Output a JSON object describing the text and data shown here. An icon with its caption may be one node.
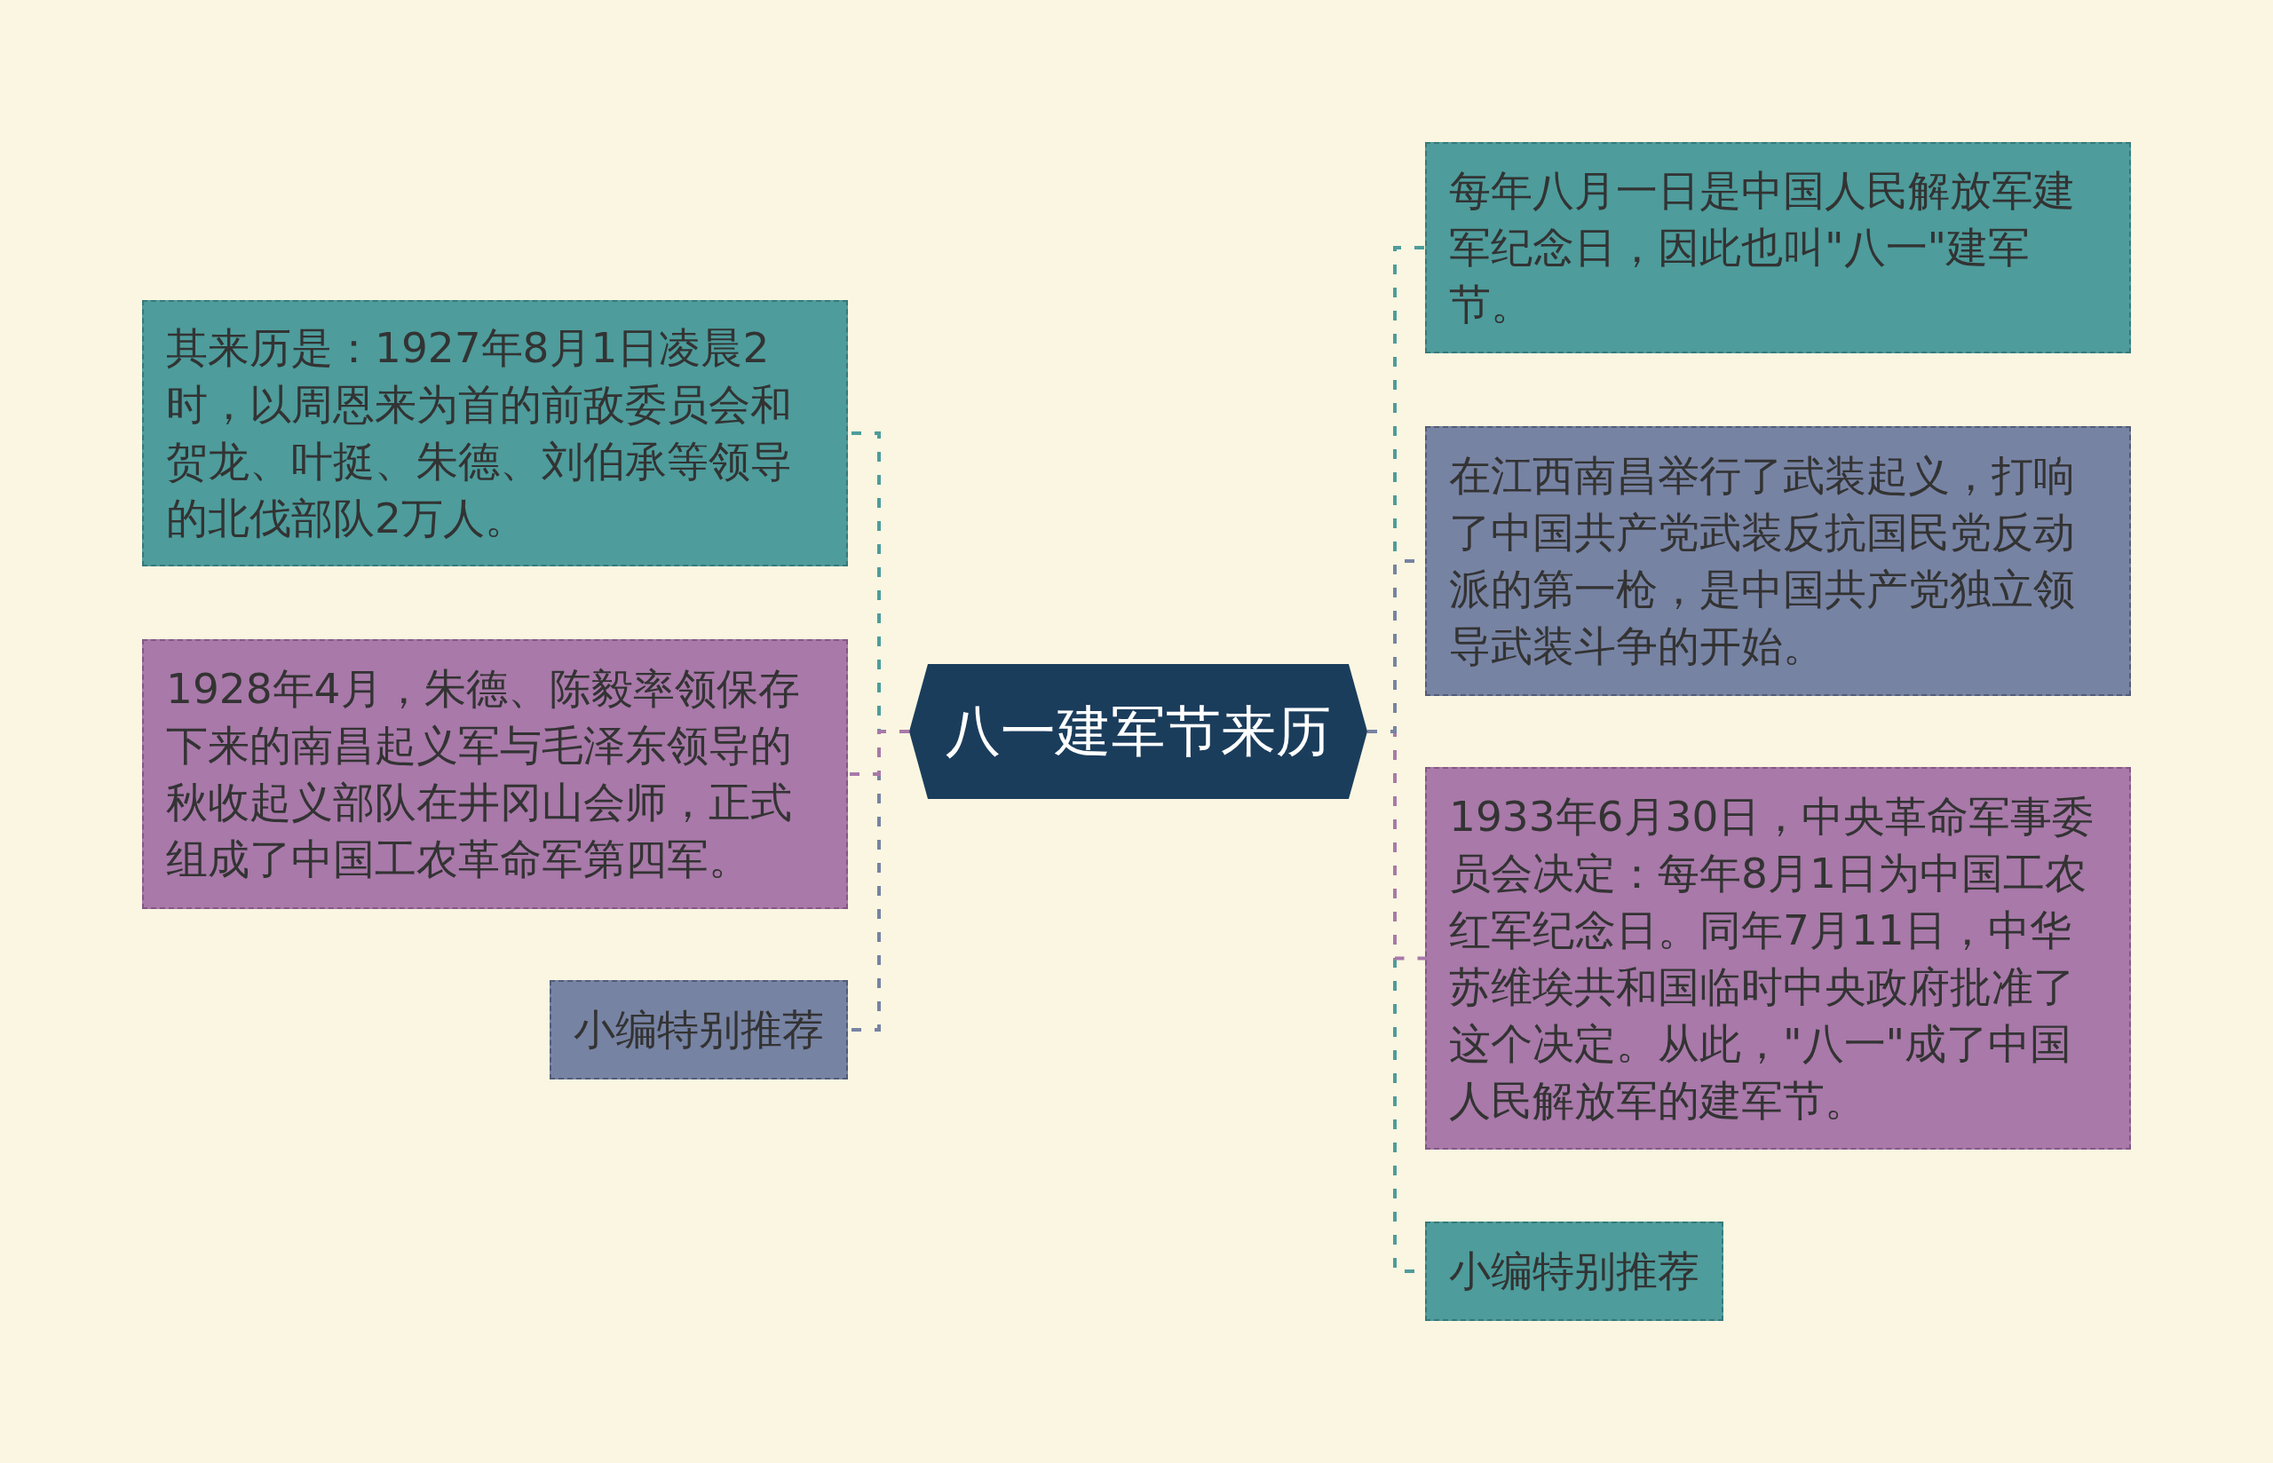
{
  "diagram": {
    "nodes": [
      {
        "text": [
          "八一建军节来历"
        ]
      },
      {
        "text": [
          "每年八月一日是中国人民解放军建军纪念日，因此也叫\"八一\"建军节。"
        ]
      },
      {
        "text": [
          "在江西南昌举行了武装起义，打响了中国共产党武装反抗国民党反动派的第一枪，是中国共产党独立领导武装斗争的开始。"
        ]
      },
      {
        "text": [
          "1933年6月30日，中央革命军事委员会决定：每年8月1日为中国工农红军纪念日。同年7月11日，中华苏维埃共和国临时中央政府批准了这个决定。从此，\"八一\"成了中国人民解放军的建军节。"
        ]
      },
      {
        "text": [
          "小编特别推荐"
        ]
      },
      {
        "text": [
          "其来历是：1927年8月1日凌晨2时，以周恩来为首的前敌委员会和贺龙、叶挺、朱德、刘伯承等领导的北伐部队2万人。"
        ]
      },
      {
        "text": [
          "1928年4月，朱德、陈毅率领保存下来的南昌起义军与毛泽东领导的秋收起义部队在井冈山会师，正式组成了中国工农革命军第四军。"
        ]
      },
      {
        "text": [
          "小编特别推荐"
        ]
      }
    ],
    "edges": [
      {
        "from": 0,
        "to": 1,
        "arrow": "none",
        "style": "dashed"
      },
      {
        "from": 0,
        "to": 2,
        "arrow": "none",
        "style": "dashed",
        "color": "#7783a3"
      },
      {
        "from": 0,
        "to": 3,
        "arrow": "none",
        "style": "dashed",
        "color": "#a879a9"
      },
      {
        "from": 0,
        "to": 4,
        "arrow": "none",
        "style": "dashed"
      },
      {
        "from": 0,
        "to": 5,
        "arrow": "none",
        "style": "dashed"
      },
      {
        "from": 0,
        "to": 6,
        "arrow": "none",
        "style": "dashed",
        "color": "#a879a9"
      },
      {
        "from": 0,
        "to": 7,
        "arrow": "none",
        "style": "dashed",
        "color": "#7783a3"
      }
    ]
  }
}
